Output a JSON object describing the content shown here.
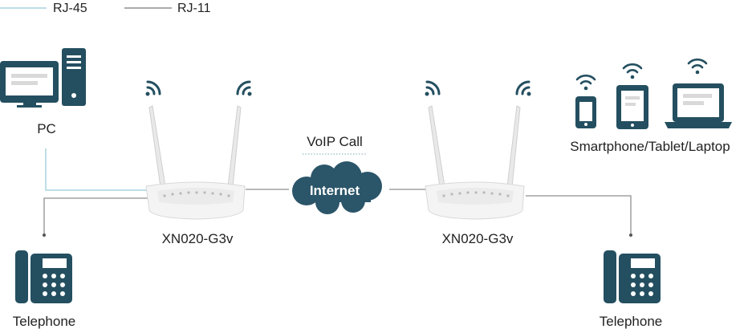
{
  "legend": {
    "rj45_label": "RJ-45",
    "rj11_label": "RJ-11",
    "rj45_color": "#a9d3dd",
    "rj11_color": "#8f8f8f"
  },
  "colors": {
    "icon": "#244f60",
    "router_body": "#f4f4f4",
    "router_outline": "#d8d8d8",
    "cloud": "#2b5569",
    "cloud_text": "#ffffff",
    "dotted_underline": "#7aa8b8"
  },
  "devices": {
    "pc_label": "PC",
    "devices_label": "Smartphone/Tablet/Laptop",
    "telephone_left_label": "Telephone",
    "telephone_right_label": "Telephone"
  },
  "routers": {
    "left_label": "XN020-G3v",
    "right_label": "XN020-G3v"
  },
  "network": {
    "cloud_label": "Internet",
    "voip_label": "VoIP Call"
  },
  "icons": {
    "pc": "desktop-computer-icon",
    "smartphone": "smartphone-icon",
    "tablet": "tablet-icon",
    "laptop": "laptop-icon",
    "wifi": "wifi-icon",
    "telephone": "desk-telephone-icon",
    "router": "wireless-router-icon",
    "cloud": "internet-cloud-icon"
  }
}
